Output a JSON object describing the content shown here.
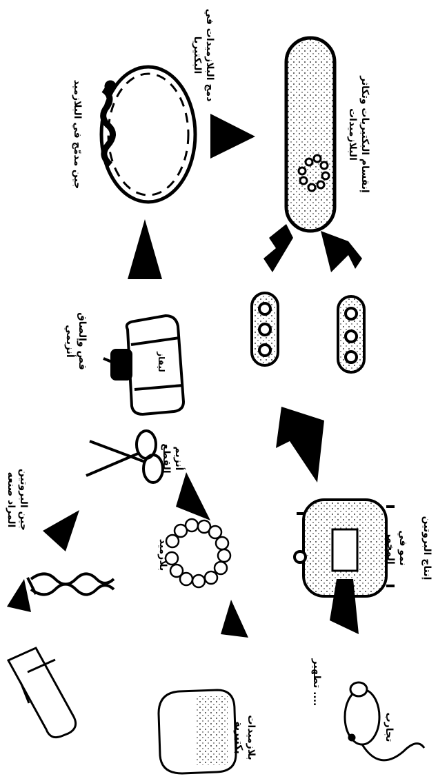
{
  "labels": {
    "gene_in_plasmid": "جين مدمّج في البلازميد",
    "plasmid_insert_1": "دمج البلازميدات في",
    "plasmid_insert_2": "البكتيريا",
    "division_1": "إنقسام البكتيريات وتكاثر",
    "division_2": "البلازميدات",
    "cut_paste_1": "قص وإلصاق",
    "cut_paste_2": "أنزيمي",
    "ligase": "ليقاز",
    "cutting_enzyme_1": "أنزيم",
    "cutting_enzyme_2": "القطع",
    "protein_gene_1": "جين البروتين",
    "protein_gene_2": "المراد صنعه",
    "plasmid": "بلازميد",
    "bacterial_plasmids_1": "بلازميدات",
    "bacterial_plasmids_2": "بكتيرية",
    "growth_1": "نمو في",
    "growth_2": "المخمر",
    "protein_production": "إنتاج البروتين",
    "purification": "تطهير ....",
    "experiments": "تجارب"
  },
  "icons": [
    "test-tube-icon",
    "dna-helix-icon",
    "plasmid-ring-icon",
    "scissors-icon",
    "ligase-jar-icon",
    "bacterium-icon",
    "fermenter-icon",
    "mouse-icon",
    "arrow-icon"
  ]
}
